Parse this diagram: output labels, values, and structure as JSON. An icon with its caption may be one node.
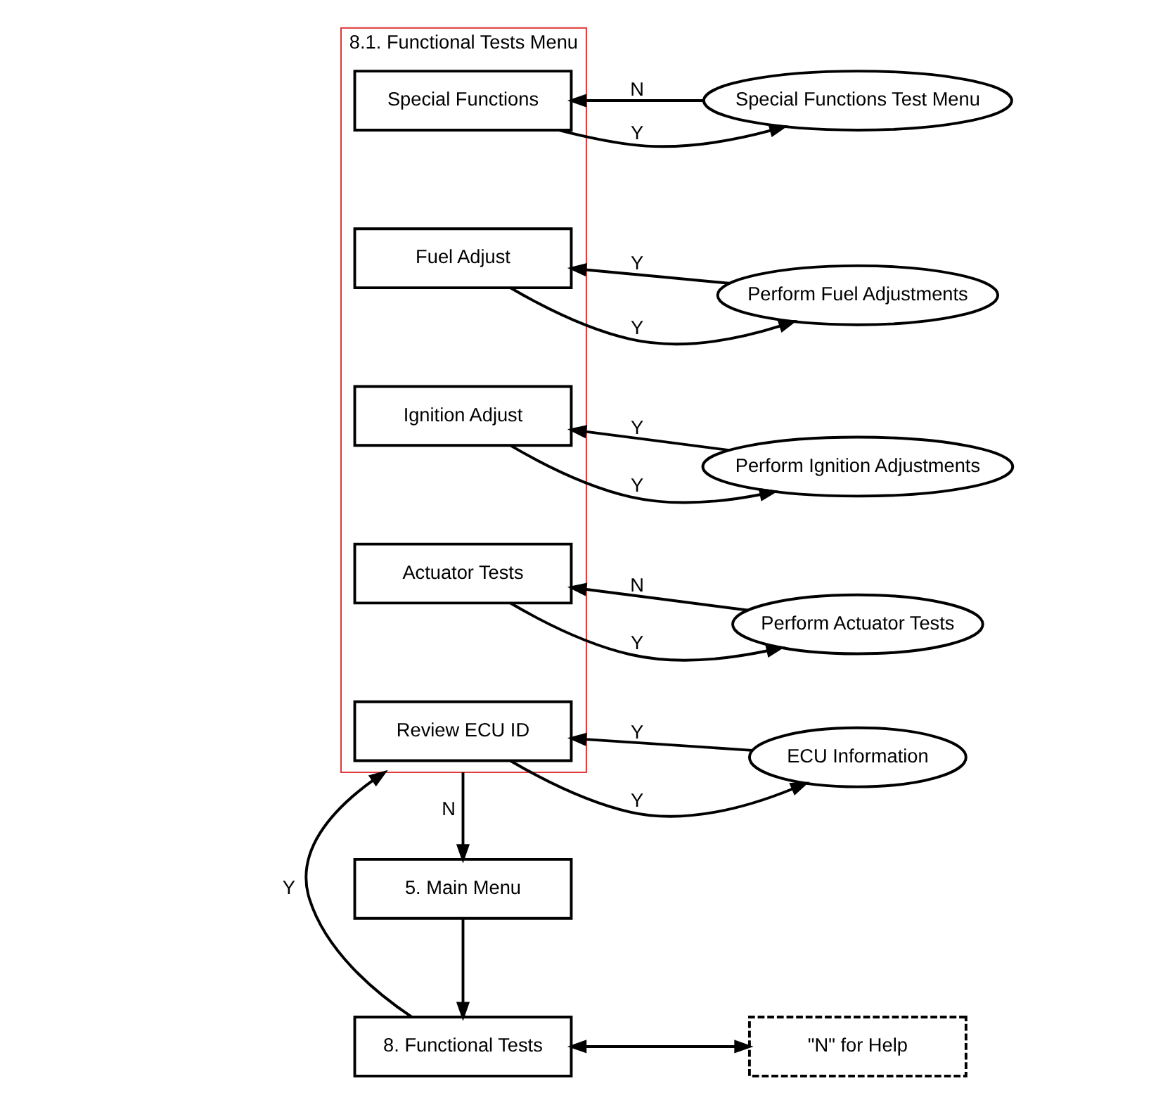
{
  "diagram": {
    "nodes": [
      {
        "text": [
          "5. Main Menu"
        ]
      },
      {
        "text": [
          "8. Functional Tests"
        ]
      },
      {
        "text": [
          "\"N\" for Help"
        ]
      },
      {
        "text": [
          "8.1. Functional Tests Menu"
        ]
      },
      {
        "text": [
          "Review ECU ID"
        ],
        "in": 3
      },
      {
        "text": [
          "ECU Information"
        ]
      },
      {
        "text": [
          "Actuator Tests"
        ],
        "in": 3
      },
      {
        "text": [
          "Perform Actuator Tests"
        ]
      },
      {
        "text": [
          "Ignition Adjust"
        ],
        "in": 3
      },
      {
        "text": [
          "Perform Ignition Adjustments"
        ]
      },
      {
        "text": [
          "Fuel Adjust"
        ],
        "in": 3
      },
      {
        "text": [
          "Perform Fuel Adjustments"
        ]
      },
      {
        "text": [
          "Special Functions"
        ],
        "in": 3
      },
      {
        "text": [
          "Special Functions Test Menu"
        ]
      }
    ],
    "edges": [
      {
        "from": 0,
        "to": 1,
        "arrow": "to"
      },
      {
        "from": 1,
        "to": 2,
        "arrow": "both"
      },
      {
        "from": 1,
        "to": 3,
        "arrow": "to",
        "label": "Y"
      },
      {
        "from": 3,
        "to": 0,
        "arrow": "to",
        "label": "N"
      },
      {
        "from": 4,
        "to": 5,
        "arrow": "to",
        "label": "Y"
      },
      {
        "from": 5,
        "to": 4,
        "arrow": "to",
        "label": "Y"
      },
      {
        "from": 6,
        "to": 7,
        "arrow": "to",
        "label": "Y"
      },
      {
        "from": 7,
        "to": 6,
        "arrow": "to",
        "label": "N"
      },
      {
        "from": 8,
        "to": 9,
        "arrow": "to",
        "label": "Y"
      },
      {
        "from": 9,
        "to": 8,
        "arrow": "to",
        "label": "Y"
      },
      {
        "from": 10,
        "to": 11,
        "arrow": "to",
        "label": "Y"
      },
      {
        "from": 11,
        "to": 10,
        "arrow": "to",
        "label": "Y"
      },
      {
        "from": 12,
        "to": 13,
        "arrow": "to",
        "label": "Y"
      },
      {
        "from": 13,
        "to": 12,
        "arrow": "to",
        "label": "N"
      }
    ]
  }
}
